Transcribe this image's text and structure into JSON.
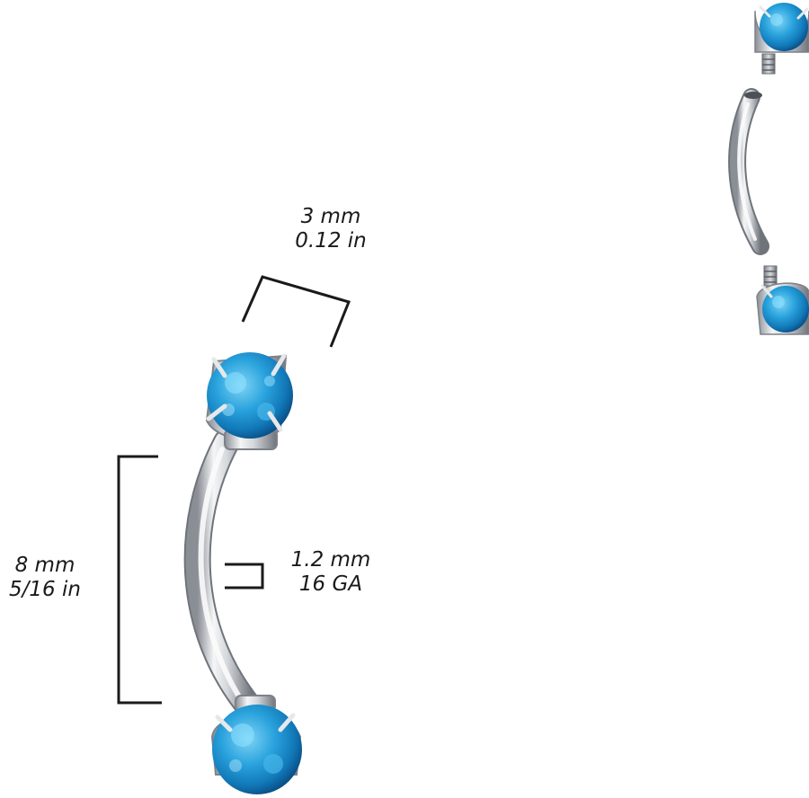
{
  "dimensions": {
    "ball_size": {
      "metric": "3 mm",
      "imperial": "0.12 in"
    },
    "bar_length": {
      "metric": "8 mm",
      "imperial": "5/16 in"
    },
    "bar_thickness": {
      "metric": "1.2 mm",
      "gauge": "16 GA"
    }
  },
  "colors": {
    "opal_blue": "#1d8fd0",
    "steel": "#c9ccd0",
    "bracket": "#1a1a1a"
  }
}
